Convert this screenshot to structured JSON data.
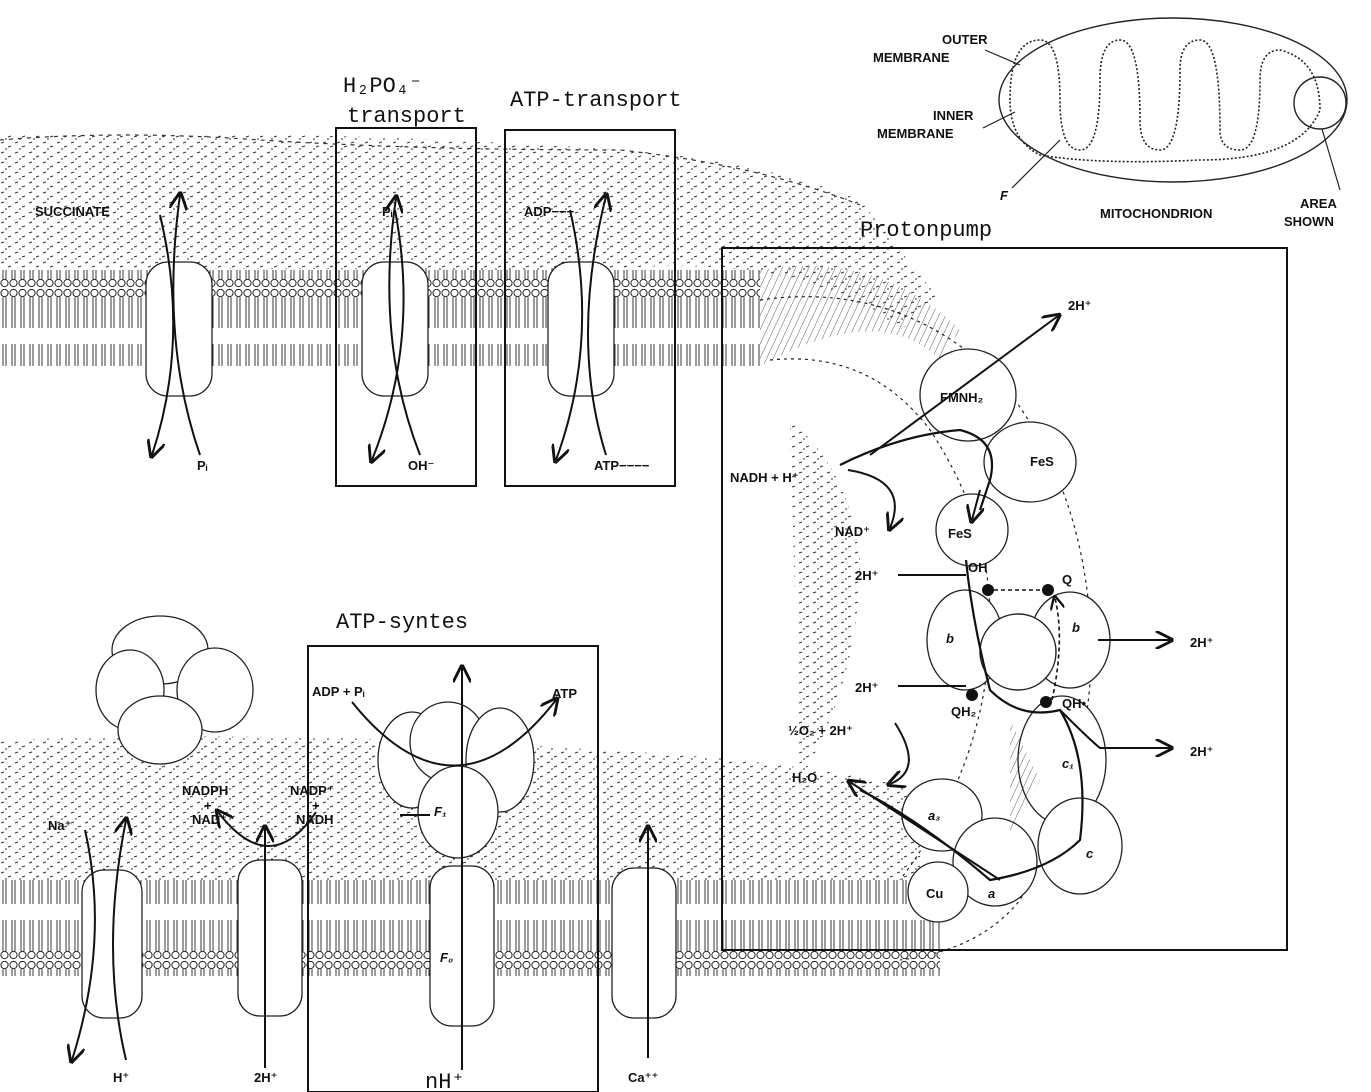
{
  "boxes": {
    "phosphate": {
      "title_line1": "H₂PO₄⁻",
      "title_line2": "transport"
    },
    "atp_transport": {
      "title": "ATP-transport"
    },
    "atp_syntes": {
      "title": "ATP-syntes"
    },
    "protonpump": {
      "title": "Protonpump"
    }
  },
  "inset": {
    "outer_membrane": "OUTER\nMEMBRANE",
    "outer_l1": "OUTER",
    "outer_l2": "MEMBRANE",
    "inner_l1": "INNER",
    "inner_l2": "MEMBRANE",
    "f_label": "F",
    "mitochondrion": "MITOCHONDRION",
    "area_l1": "AREA",
    "area_l2": "SHOWN"
  },
  "upper_membrane": {
    "succinate": "SUCCINATE",
    "pi_out": "Pᵢ",
    "pi_in": "Pᵢ",
    "oh": "OH⁻",
    "adp": "ADP−−−",
    "atp": "ATP−−−−"
  },
  "protonpump": {
    "h_top": "2H⁺",
    "fmnh2": "FMNH₂",
    "nadh": "NADH + H⁺",
    "fes1": "FeS",
    "fes2": "FeS",
    "nad": "NAD⁺",
    "oh1": "OH",
    "q": "Q",
    "h_a": "2H⁺",
    "b1": "b",
    "b2": "b",
    "h_right1": "2H⁺",
    "h_b": "2H⁺",
    "qh2": "QH₂",
    "oh2": "QH•",
    "half_o2": "½O₂ + 2H⁺",
    "h_right2": "2H⁺",
    "h2o": "H₂O",
    "c1": "c₁",
    "a3": "a₃",
    "c": "c",
    "cu": "Cu",
    "a": "a"
  },
  "lower_membrane": {
    "na": "Na⁺",
    "h_in": "H⁺",
    "nadph": "NADPH",
    "plus1": "+",
    "nad_plus": "NAD⁺",
    "nadp_plus": "NADP⁺",
    "plus2": "+",
    "nadh2": "NADH",
    "h2_in": "2H⁺",
    "adp_pi": "ADP + Pᵢ",
    "atp": "ATP",
    "f1": "F₁",
    "fo": "F₀",
    "nh": "nH⁺",
    "ca": "Ca⁺⁺"
  }
}
